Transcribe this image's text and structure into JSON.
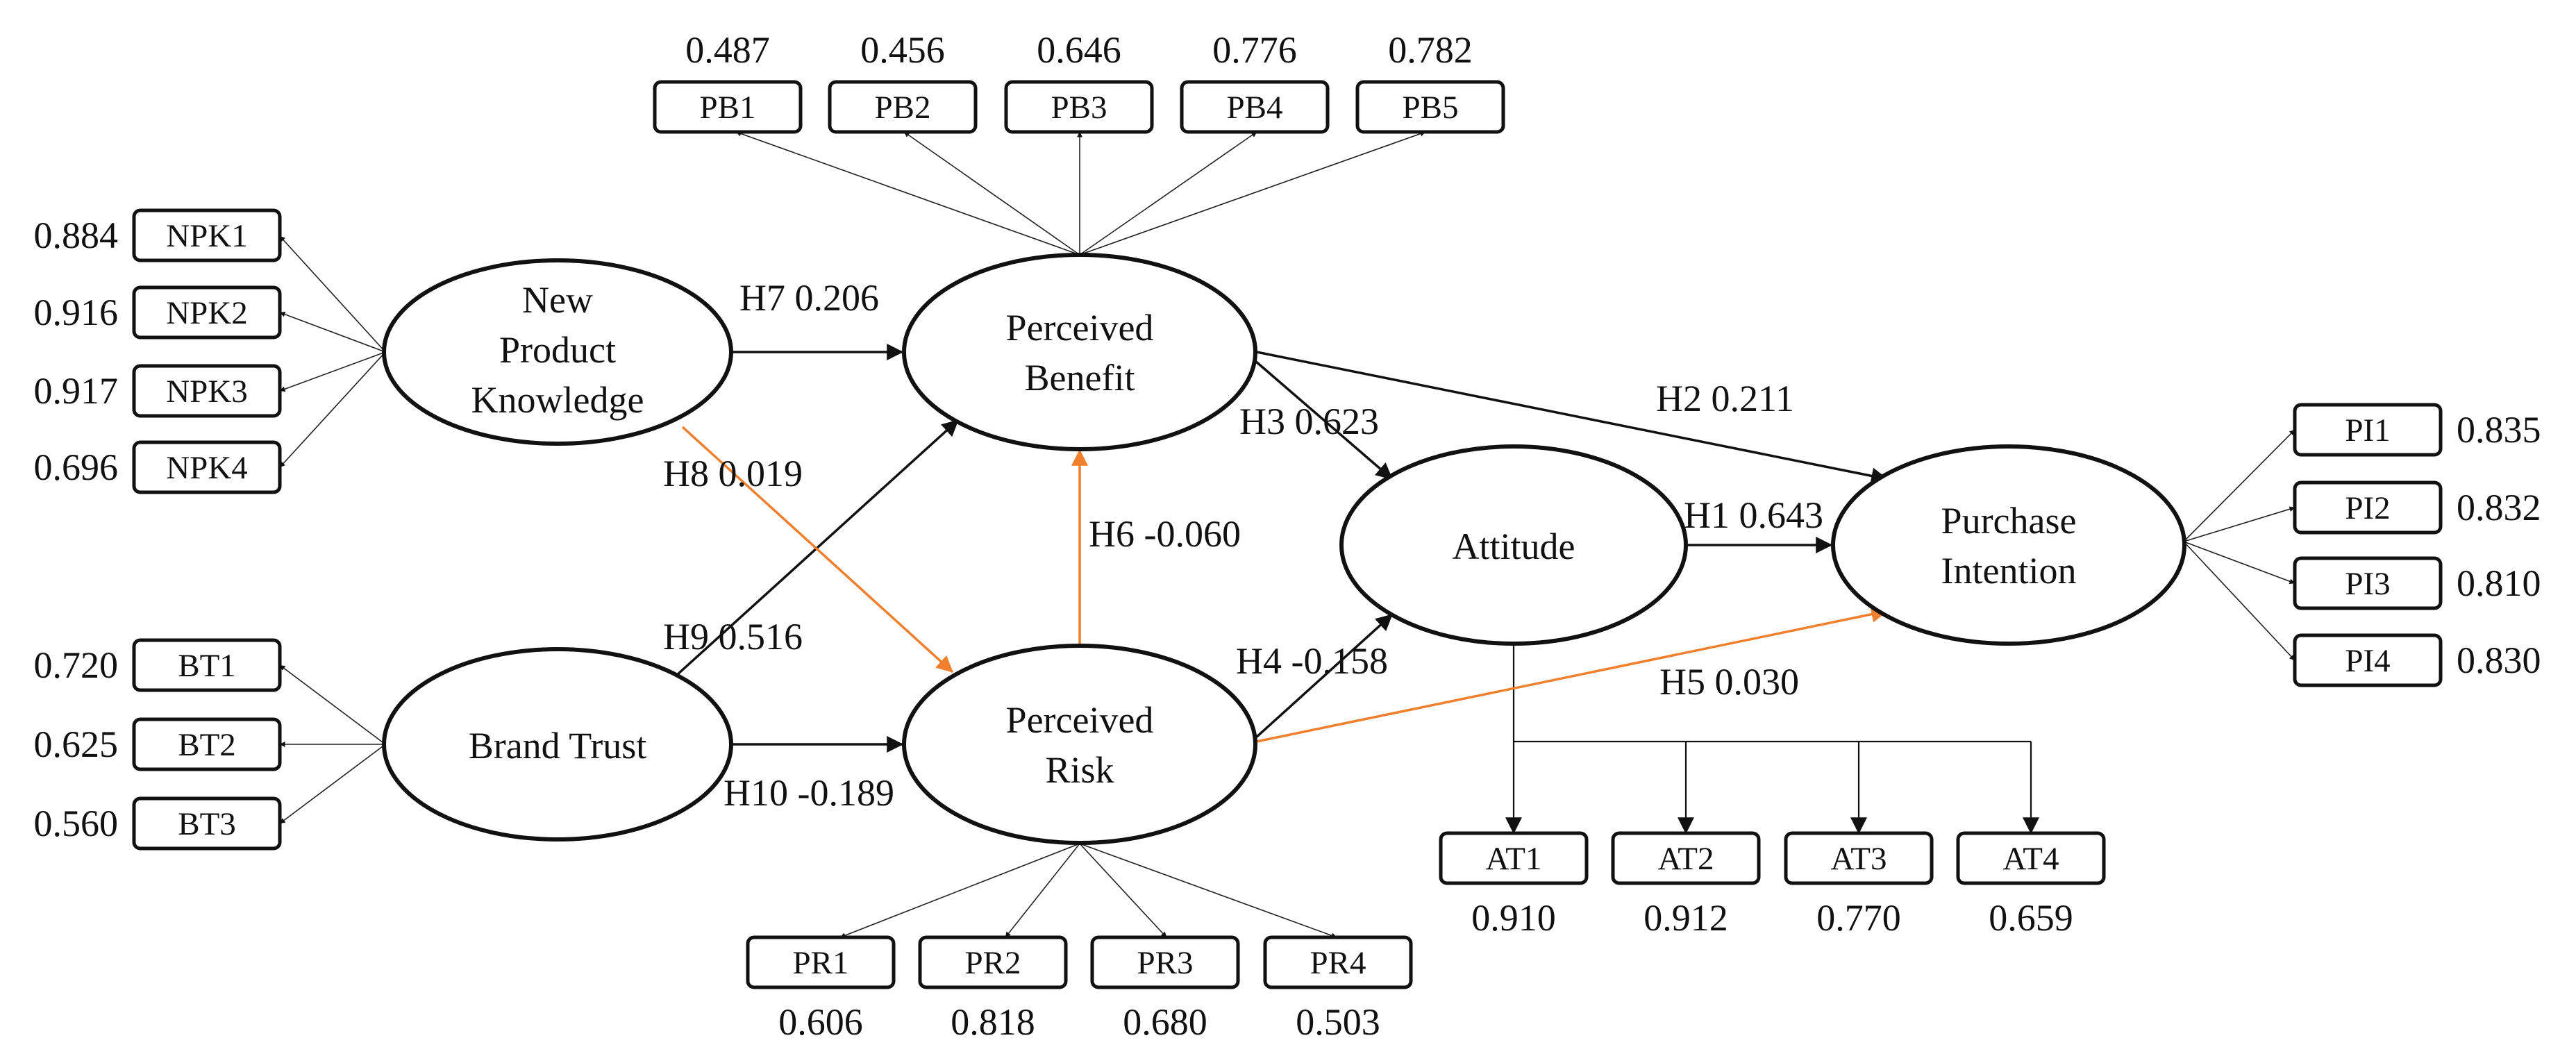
{
  "constructs": {
    "npk": [
      "New",
      "Product",
      "Knowledge"
    ],
    "pb": [
      "Perceived",
      "Benefit"
    ],
    "bt": [
      "Brand Trust"
    ],
    "pr": [
      "Perceived",
      "Risk"
    ],
    "at": [
      "Attitude"
    ],
    "pi": [
      "Purchase",
      "Intention"
    ]
  },
  "indicators": {
    "npk": [
      {
        "name": "NPK1",
        "loading": "0.884"
      },
      {
        "name": "NPK2",
        "loading": "0.916"
      },
      {
        "name": "NPK3",
        "loading": "0.917"
      },
      {
        "name": "NPK4",
        "loading": "0.696"
      }
    ],
    "bt": [
      {
        "name": "BT1",
        "loading": "0.720"
      },
      {
        "name": "BT2",
        "loading": "0.625"
      },
      {
        "name": "BT3",
        "loading": "0.560"
      }
    ],
    "pb": [
      {
        "name": "PB1",
        "loading": "0.487"
      },
      {
        "name": "PB2",
        "loading": "0.456"
      },
      {
        "name": "PB3",
        "loading": "0.646"
      },
      {
        "name": "PB4",
        "loading": "0.776"
      },
      {
        "name": "PB5",
        "loading": "0.782"
      }
    ],
    "pr": [
      {
        "name": "PR1",
        "loading": "0.606"
      },
      {
        "name": "PR2",
        "loading": "0.818"
      },
      {
        "name": "PR3",
        "loading": "0.680"
      },
      {
        "name": "PR4",
        "loading": "0.503"
      }
    ],
    "at": [
      {
        "name": "AT1",
        "loading": "0.910"
      },
      {
        "name": "AT2",
        "loading": "0.912"
      },
      {
        "name": "AT3",
        "loading": "0.770"
      },
      {
        "name": "AT4",
        "loading": "0.659"
      }
    ],
    "pi": [
      {
        "name": "PI1",
        "loading": "0.835"
      },
      {
        "name": "PI2",
        "loading": "0.832"
      },
      {
        "name": "PI3",
        "loading": "0.810"
      },
      {
        "name": "PI4",
        "loading": "0.830"
      }
    ]
  },
  "paths": {
    "h1": "H1 0.643",
    "h2": "H2 0.211",
    "h3": "H3 0.623",
    "h4": "H4 -0.158",
    "h5": "H5 0.030",
    "h6": "H6 -0.060",
    "h7": "H7 0.206",
    "h8": "H8 0.019",
    "h9": "H9 0.516",
    "h10": "H10 -0.189"
  },
  "colors": {
    "line": "#111111",
    "highlight": "#f07f2e"
  }
}
